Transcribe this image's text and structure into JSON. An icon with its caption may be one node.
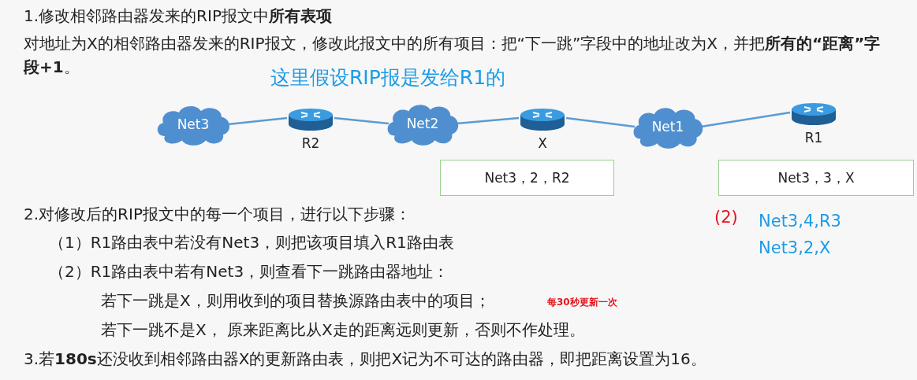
{
  "diagram": {
    "nodes": [
      {
        "text": [
          "Net3"
        ]
      },
      {
        "text": [
          "R2"
        ]
      },
      {
        "text": [
          "Net2"
        ]
      },
      {
        "text": [
          "X"
        ]
      },
      {
        "text": [
          "Net1"
        ]
      },
      {
        "text": [
          "R1"
        ]
      },
      {
        "text": [
          "Net3，2，R2"
        ]
      },
      {
        "text": [
          "Net3，3，X"
        ]
      }
    ],
    "edges": [
      {
        "from": 0,
        "to": 1,
        "arrow": "none"
      },
      {
        "from": 1,
        "to": 2,
        "arrow": "none"
      },
      {
        "from": 2,
        "to": 3,
        "arrow": "none"
      },
      {
        "from": 3,
        "to": 4,
        "arrow": "none"
      },
      {
        "from": 4,
        "to": 5,
        "arrow": "none"
      }
    ],
    "labels": [
      "1.修改相邻路由器发来的RIP报文中**所有表项**",
      "对地址为X的相邻路由器发来的RIP报文，修改此报文中的所有项目：把“下一跳”字段中的地址改为X，并把**所有的“距离”字段+1**。",
      "这里假设RIP报是发给R1的",
      "2.对修改后的RIP报文中的每一个项目，进行以下步骤：",
      "（1）R1路由表中若没有Net3，则把该项目填入R1路由表",
      "（2）R1路由表中若有Net3，则查看下一跳路由器地址：",
      "若下一跳是X，则用收到的项目替换源路由表中的项目；",
      "每30秒更新一次",
      "若下一跳不是X， 原来距离比从X走的距离远则更新，否则不作处理。",
      "3.若**180s**还没收到相邻路由器X的更新路由表，则把X记为不可达的路由器，即把距离设置为16。",
      "(2)",
      "Net3,4,R3",
      "Net3,2,X"
    ]
  }
}
